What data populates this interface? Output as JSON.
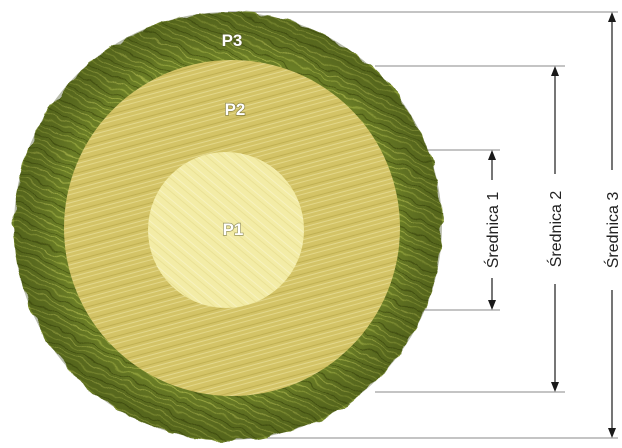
{
  "zones": [
    {
      "label": "P1",
      "color": "#f4eda2"
    },
    {
      "label": "P2",
      "color": "#d8c56a"
    },
    {
      "label": "P3",
      "color": "#6e7f26"
    }
  ],
  "dimensions": [
    {
      "label": "Średnica 1"
    },
    {
      "label": "Średnica 2"
    },
    {
      "label": "Średnica 3"
    }
  ]
}
